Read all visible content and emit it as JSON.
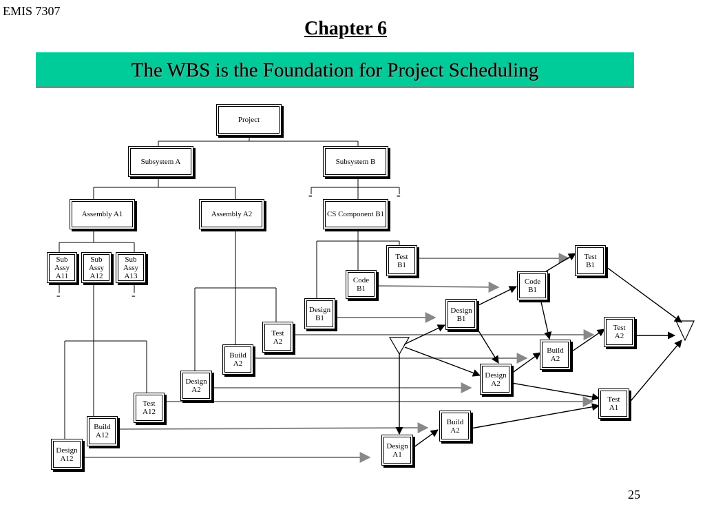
{
  "header": {
    "course": "EMIS 7307",
    "chapter": "Chapter 6"
  },
  "banner": {
    "title": "The WBS is the Foundation for Project Scheduling",
    "color": "#00cc99"
  },
  "page_number": "25",
  "markers": {
    "continuation": "="
  },
  "nodes": {
    "project": "Project",
    "subsystem_a": "Subsystem A",
    "subsystem_b": "Subsystem  B",
    "assembly_a1": "Assembly A1",
    "assembly_a2": "Assembly A2",
    "cs_component_b1": "CS Component B1",
    "sub_assy_a11": "Sub\nAssy\nA11",
    "sub_assy_a12": "Sub\nAssy\nA12",
    "sub_assy_a13": "Sub\nAssy\nA13",
    "wbs_test_b1": "Test\nB1",
    "wbs_code_b1": "Code\nB1",
    "wbs_design_b1": "Design\nB1",
    "wbs_test_a2": "Test\nA2",
    "wbs_build_a2": "Build\nA2",
    "wbs_design_a2": "Design\nA2",
    "wbs_test_a12": "Test\nA12",
    "wbs_build_a12": "Build\nA12",
    "wbs_design_a12": "Design\nA12",
    "net_test_b1": "Test\nB1",
    "net_code_b1": "Code\nB1",
    "net_design_b1": "Design\nB1",
    "net_test_a2": "Test\nA2",
    "net_build_a2": "Build\nA2",
    "net_design_a2": "Design\nA2",
    "net_test_a1": "Test\nA1",
    "net_build_a2_lower": "Build\nA2",
    "net_design_a1": "Design\nA1"
  }
}
